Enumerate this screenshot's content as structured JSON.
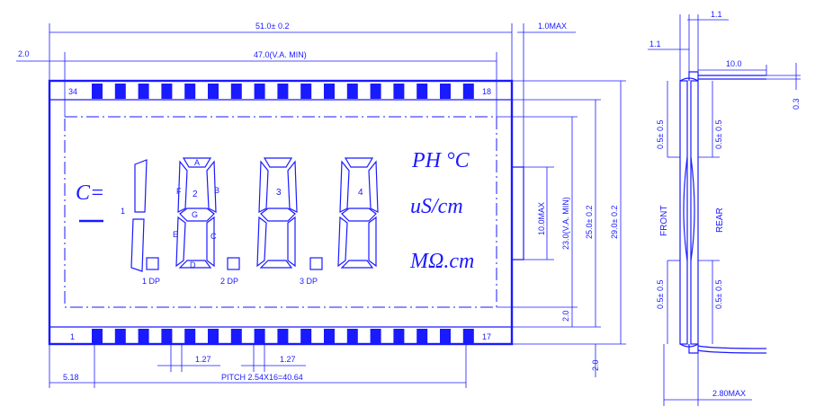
{
  "dims": {
    "overall_width": "51.0± 0.2",
    "va_width": "47.0(V.A. MIN)",
    "left_offset": "2.0",
    "pin_len": "1.0MAX",
    "pin_height": "10.0MAX",
    "va_height": "23.0(V.A. MIN)",
    "inner_height": "25.0± 0.2",
    "overall_height": "29.0± 0.2",
    "bottom_margin": "2.0",
    "side_margin": "2.0",
    "pin_start": "5.18",
    "pin_w1": "1.27",
    "pin_w2": "1.27",
    "pitch": "PITCH  2.54X16=40.64"
  },
  "pins": {
    "top_left": "34",
    "top_right": "18",
    "bottom_left": "1",
    "bottom_right": "17"
  },
  "segment_labels": {
    "digits": [
      "1",
      "2",
      "3",
      "4"
    ],
    "seg_a": "A",
    "seg_b": "B",
    "seg_c": "C",
    "seg_d": "D",
    "seg_e": "E",
    "seg_f": "F",
    "seg_g": "G",
    "dp1": "1 DP",
    "dp2": "2 DP",
    "dp3": "3 DP",
    "c_symbol": "C="
  },
  "units": {
    "ph": "PH °C",
    "us": "uS/cm",
    "mohm": "MΩ.cm"
  },
  "side_view": {
    "top_dim": "1.1",
    "left_dim": "1.1",
    "pin_len": "10.0",
    "pin_thick": "0.3",
    "front_top": "0.5± 0.5",
    "rear_top": "0.5± 0.5",
    "front_bottom": "0.5± 0.5",
    "rear_bottom": "0.5± 0.5",
    "front": "FRONT",
    "rear": "REAR",
    "depth": "2.80MAX"
  }
}
